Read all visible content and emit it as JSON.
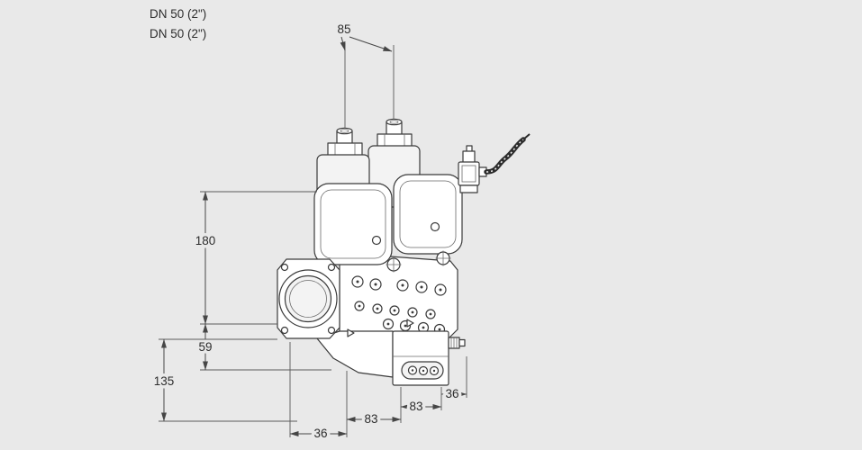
{
  "page": {
    "background": "#e9e9e9"
  },
  "colors": {
    "outline": "#3a3a3a",
    "dimension_line": "#464646",
    "text": "#2d2d2d",
    "fill": "#ffffff"
  },
  "labels": {
    "dn_top": "DN 50 (2\")",
    "dn_bottom": "DN 50 (2\")"
  },
  "dims": {
    "d85": "85",
    "d180": "180",
    "d59": "59",
    "d135": "135",
    "d36l": "36",
    "d83l": "83",
    "d83r": "83",
    "d36r": "36"
  }
}
